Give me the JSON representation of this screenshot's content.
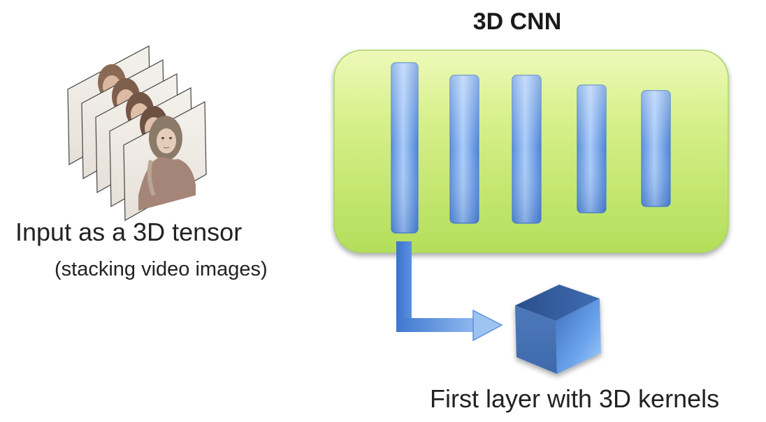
{
  "title": "3D CNN",
  "input": {
    "caption": "Input as a 3D tensor",
    "subcaption": "(stacking video images)",
    "frames": [
      {
        "icon": "video-frame-face"
      },
      {
        "icon": "video-frame-face"
      },
      {
        "icon": "video-frame-face"
      },
      {
        "icon": "video-frame-face"
      },
      {
        "icon": "video-frame-face"
      }
    ]
  },
  "network": {
    "layers": [
      {
        "icon": "cnn-layer-bar"
      },
      {
        "icon": "cnn-layer-bar"
      },
      {
        "icon": "cnn-layer-bar"
      },
      {
        "icon": "cnn-layer-bar"
      },
      {
        "icon": "cnn-layer-bar"
      }
    ],
    "colors": {
      "container": "#c8eb78",
      "layer": "#6fa6ec"
    }
  },
  "kernel": {
    "caption": "First layer with 3D kernels",
    "icon": "cube-icon",
    "color": "#4f7fd0"
  }
}
